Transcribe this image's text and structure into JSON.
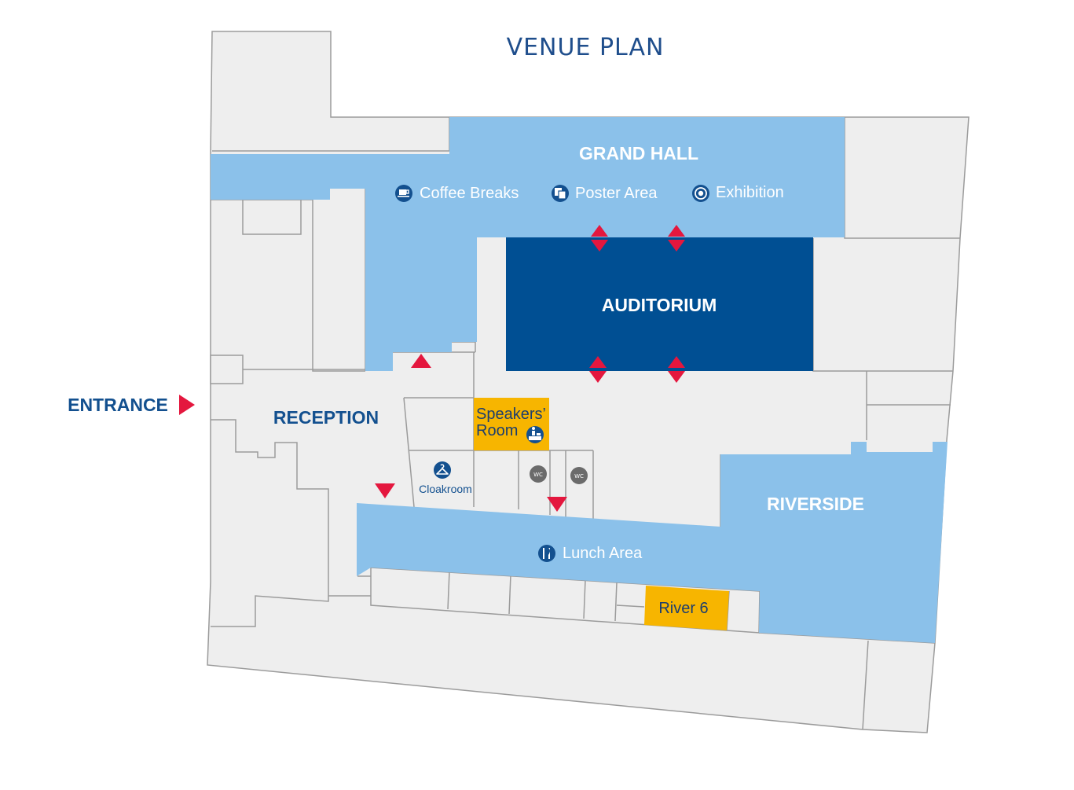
{
  "title": "VENUE PLAN",
  "entrance": {
    "label": "ENTRANCE"
  },
  "rooms": {
    "grand_hall": "GRAND HALL",
    "auditorium": "AUDITORIUM",
    "reception": "RECEPTION",
    "riverside": "RIVERSIDE",
    "speakers_room_line1": "Speakers’",
    "speakers_room_line2": "Room",
    "river6": "River 6"
  },
  "amenities": {
    "coffee": {
      "label": "Coffee Breaks",
      "icon": "coffee-cup-icon"
    },
    "poster": {
      "label": "Poster Area",
      "icon": "poster-icon"
    },
    "exhibition": {
      "label": "Exhibition",
      "icon": "target-icon"
    },
    "cloakroom": {
      "label": "Cloakroom",
      "icon": "hanger-icon"
    },
    "lunch": {
      "label": "Lunch Area",
      "icon": "cutlery-icon"
    },
    "wc1": "WC",
    "wc2": "WC",
    "speakers_icon": "speaker-podium-icon"
  },
  "colors": {
    "light_blue": "#8bc1ea",
    "dark_blue": "#004f93",
    "orange": "#f7b500",
    "red": "#e4173e",
    "floor": "#eeeeee",
    "text_blue": "#13508f"
  }
}
